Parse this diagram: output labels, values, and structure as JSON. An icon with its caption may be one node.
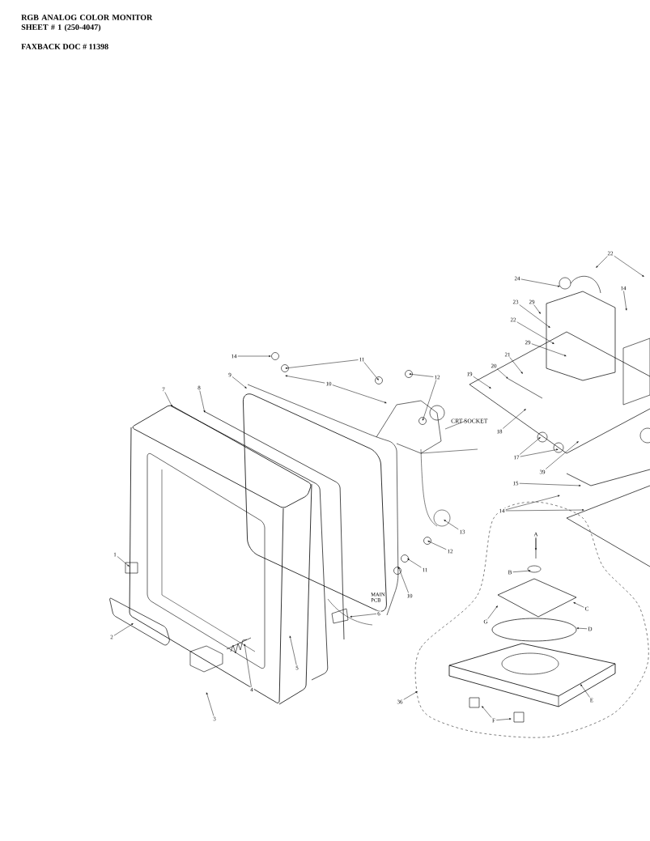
{
  "diagram": {
    "title": "RGB ANALOG COLOR MONITOR SHEET # 1 (250-4047)",
    "nodes": [
      {
        "text": [
          "14"
        ]
      },
      {
        "text": [
          "11"
        ]
      },
      {
        "text": [
          "10"
        ]
      },
      {
        "text": [
          "12"
        ]
      },
      {
        "text": [
          "9"
        ]
      },
      {
        "text": [
          "7"
        ]
      },
      {
        "text": [
          "8"
        ]
      },
      {
        "text": [
          "13"
        ]
      },
      {
        "text": [
          "12"
        ]
      },
      {
        "text": [
          "11"
        ]
      },
      {
        "text": [
          "10"
        ]
      },
      {
        "text": [
          "6"
        ]
      },
      {
        "text": [
          "5"
        ]
      },
      {
        "text": [
          "4"
        ]
      },
      {
        "text": [
          "3"
        ]
      },
      {
        "text": [
          "2"
        ]
      },
      {
        "text": [
          "1"
        ]
      },
      {
        "text": [
          "22"
        ]
      },
      {
        "text": [
          "24"
        ]
      },
      {
        "text": [
          "14"
        ]
      },
      {
        "text": [
          "23"
        ]
      },
      {
        "text": [
          "29"
        ]
      },
      {
        "text": [
          "22"
        ]
      },
      {
        "text": [
          "29"
        ]
      },
      {
        "text": [
          "21"
        ]
      },
      {
        "text": [
          "20"
        ]
      },
      {
        "text": [
          "19"
        ]
      },
      {
        "text": [
          "18"
        ]
      },
      {
        "text": [
          "17"
        ]
      },
      {
        "text": [
          "39"
        ]
      },
      {
        "text": [
          "15"
        ]
      },
      {
        "text": [
          "14"
        ]
      },
      {
        "text": [
          "A"
        ]
      },
      {
        "text": [
          "B"
        ]
      },
      {
        "text": [
          "C"
        ]
      },
      {
        "text": [
          "D"
        ]
      },
      {
        "text": [
          "G"
        ]
      },
      {
        "text": [
          "E"
        ]
      },
      {
        "text": [
          "F"
        ]
      },
      {
        "text": [
          "36"
        ]
      }
    ],
    "edges": [
      {
        "from": 0,
        "to": null,
        "arrow": "to"
      },
      {
        "from": 1,
        "to": null,
        "arrow": "to"
      },
      {
        "from": 1,
        "to": null,
        "arrow": "to"
      },
      {
        "from": 2,
        "to": null,
        "arrow": "to"
      },
      {
        "from": 2,
        "to": null,
        "arrow": "to"
      },
      {
        "from": 3,
        "to": null,
        "arrow": "to"
      },
      {
        "from": 3,
        "to": null,
        "arrow": "to"
      },
      {
        "from": 4,
        "to": null,
        "arrow": "to"
      },
      {
        "from": 5,
        "to": null,
        "arrow": "to"
      },
      {
        "from": 6,
        "to": null,
        "arrow": "to"
      },
      {
        "from": 7,
        "to": null,
        "arrow": "to"
      },
      {
        "from": 8,
        "to": null,
        "arrow": "to"
      },
      {
        "from": 9,
        "to": null,
        "arrow": "to"
      },
      {
        "from": 10,
        "to": null,
        "arrow": "to"
      },
      {
        "from": 11,
        "to": null,
        "arrow": "to"
      },
      {
        "from": 12,
        "to": null,
        "arrow": "to"
      },
      {
        "from": 13,
        "to": null,
        "arrow": "to"
      },
      {
        "from": 14,
        "to": null,
        "arrow": "to"
      },
      {
        "from": 15,
        "to": null,
        "arrow": "to"
      },
      {
        "from": 16,
        "to": null,
        "arrow": "to"
      },
      {
        "from": 17,
        "to": null,
        "arrow": "to"
      },
      {
        "from": 17,
        "to": null,
        "arrow": "to"
      },
      {
        "from": 18,
        "to": null,
        "arrow": "to"
      },
      {
        "from": 19,
        "to": null,
        "arrow": "to"
      },
      {
        "from": 20,
        "to": null,
        "arrow": "to"
      },
      {
        "from": 21,
        "to": null,
        "arrow": "to"
      },
      {
        "from": 22,
        "to": null,
        "arrow": "to"
      },
      {
        "from": 23,
        "to": null,
        "arrow": "to"
      },
      {
        "from": 24,
        "to": null,
        "arrow": "to"
      },
      {
        "from": 25,
        "to": null,
        "arrow": "to"
      },
      {
        "from": 26,
        "to": null,
        "arrow": "to"
      },
      {
        "from": 27,
        "to": null,
        "arrow": "to"
      },
      {
        "from": 28,
        "to": null,
        "arrow": "to"
      },
      {
        "from": 28,
        "to": null,
        "arrow": "to"
      },
      {
        "from": 29,
        "to": null,
        "arrow": "to"
      },
      {
        "from": 30,
        "to": null,
        "arrow": "to"
      },
      {
        "from": 31,
        "to": null,
        "arrow": "to"
      },
      {
        "from": 31,
        "to": null,
        "arrow": "to"
      },
      {
        "from": 32,
        "to": null,
        "arrow": "to"
      },
      {
        "from": 33,
        "to": null,
        "arrow": "to"
      },
      {
        "from": 34,
        "to": null,
        "arrow": "to"
      },
      {
        "from": 35,
        "to": null,
        "arrow": "to"
      },
      {
        "from": 36,
        "to": null,
        "arrow": "to"
      },
      {
        "from": 37,
        "to": null,
        "arrow": "to"
      },
      {
        "from": 38,
        "to": null,
        "arrow": "to"
      },
      {
        "from": 38,
        "to": null,
        "arrow": "to"
      },
      {
        "from": 39,
        "to": null,
        "arrow": "to"
      }
    ],
    "labels": [
      "FAXBACK DOC # 11398",
      "CRT SOCKET",
      "MAIN PCB"
    ]
  }
}
